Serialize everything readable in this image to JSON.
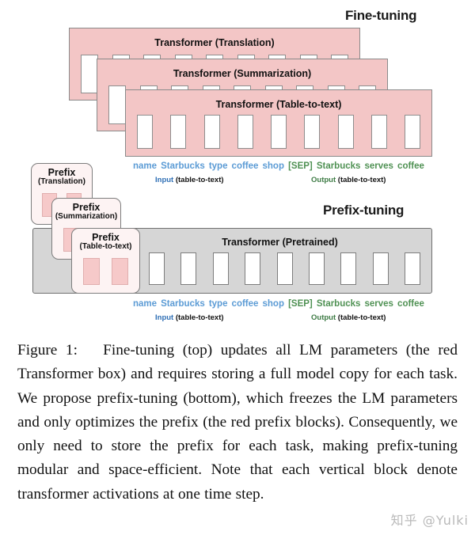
{
  "figure": {
    "sections": {
      "finetuning_title": "Fine-tuning",
      "prefixtuning_title": "Prefix-tuning"
    },
    "finetuning": {
      "transformer_boxes": [
        {
          "label": "Transformer (Translation)",
          "blocks": 9
        },
        {
          "label": "Transformer (Summarization)",
          "blocks": 9
        },
        {
          "label": "Transformer (Table-to-text)",
          "blocks": 9
        }
      ]
    },
    "prefixtuning": {
      "prefix_cards": [
        {
          "line1": "Prefix",
          "line2": "(Translation)",
          "blocks": 2
        },
        {
          "line1": "Prefix",
          "line2": "(Summarization)",
          "blocks": 2
        },
        {
          "line1": "Prefix",
          "line2": "(Table-to-text)",
          "blocks": 2
        }
      ],
      "transformer_box": {
        "label": "Transformer  (Pretrained)",
        "blocks": 9
      }
    },
    "tokens": [
      {
        "text": "name",
        "role": "input"
      },
      {
        "text": "Starbucks",
        "role": "input"
      },
      {
        "text": "type",
        "role": "input"
      },
      {
        "text": "coffee",
        "role": "input"
      },
      {
        "text": "shop",
        "role": "input"
      },
      {
        "text": "[SEP]",
        "role": "output"
      },
      {
        "text": "Starbucks",
        "role": "output"
      },
      {
        "text": "serves",
        "role": "output"
      },
      {
        "text": "coffee",
        "role": "output"
      }
    ],
    "legend": {
      "input_word": "Input",
      "input_task": "(table-to-text)",
      "output_word": "Output",
      "output_task": "(table-to-text)"
    },
    "colors": {
      "pink_fill": "#f3c6c6",
      "gray_fill": "#d6d6d6",
      "block_white": "#ffffff",
      "prefix_block": "#f6c9c9",
      "input_blue": "#5b9bd5",
      "output_green": "#4f9153",
      "border_gray": "#8a8a8a"
    }
  },
  "caption": {
    "label": "Figure 1:",
    "text": "Fine-tuning (top) updates all LM parameters (the red Transformer box) and requires storing a full model copy for each task. We propose prefix-tuning (bottom), which freezes the LM parameters and only optimizes the prefix (the red prefix blocks). Consequently, we only need to store the prefix for each task, making prefix-tuning modular and space-efficient. Note that each vertical block denote transformer activations at one time step."
  },
  "watermark": {
    "text": "知乎 @Yulki"
  }
}
